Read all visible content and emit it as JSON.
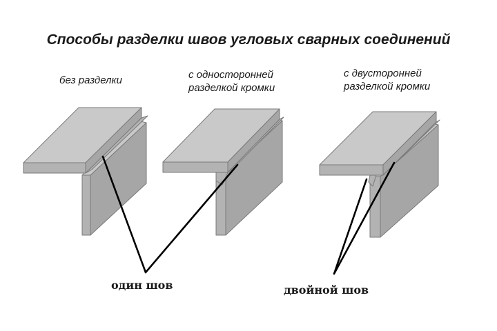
{
  "title": "Способы разделки швов угловых сварных соединений",
  "joints": [
    {
      "caption_lines": [
        "без разделки"
      ]
    },
    {
      "caption_lines": [
        "с односторонней",
        "разделкой кромки"
      ]
    },
    {
      "caption_lines": [
        "с двусторонней",
        "разделкой кромки"
      ]
    }
  ],
  "notes": {
    "single_seam": "один шов",
    "double_seam": "двойной шов"
  },
  "colors": {
    "top_face": "#c9c9c9",
    "front_face": "#b3b3b3",
    "side_face": "#a6a6a6",
    "edge": "#7a7a7a",
    "leader": "#000000"
  }
}
